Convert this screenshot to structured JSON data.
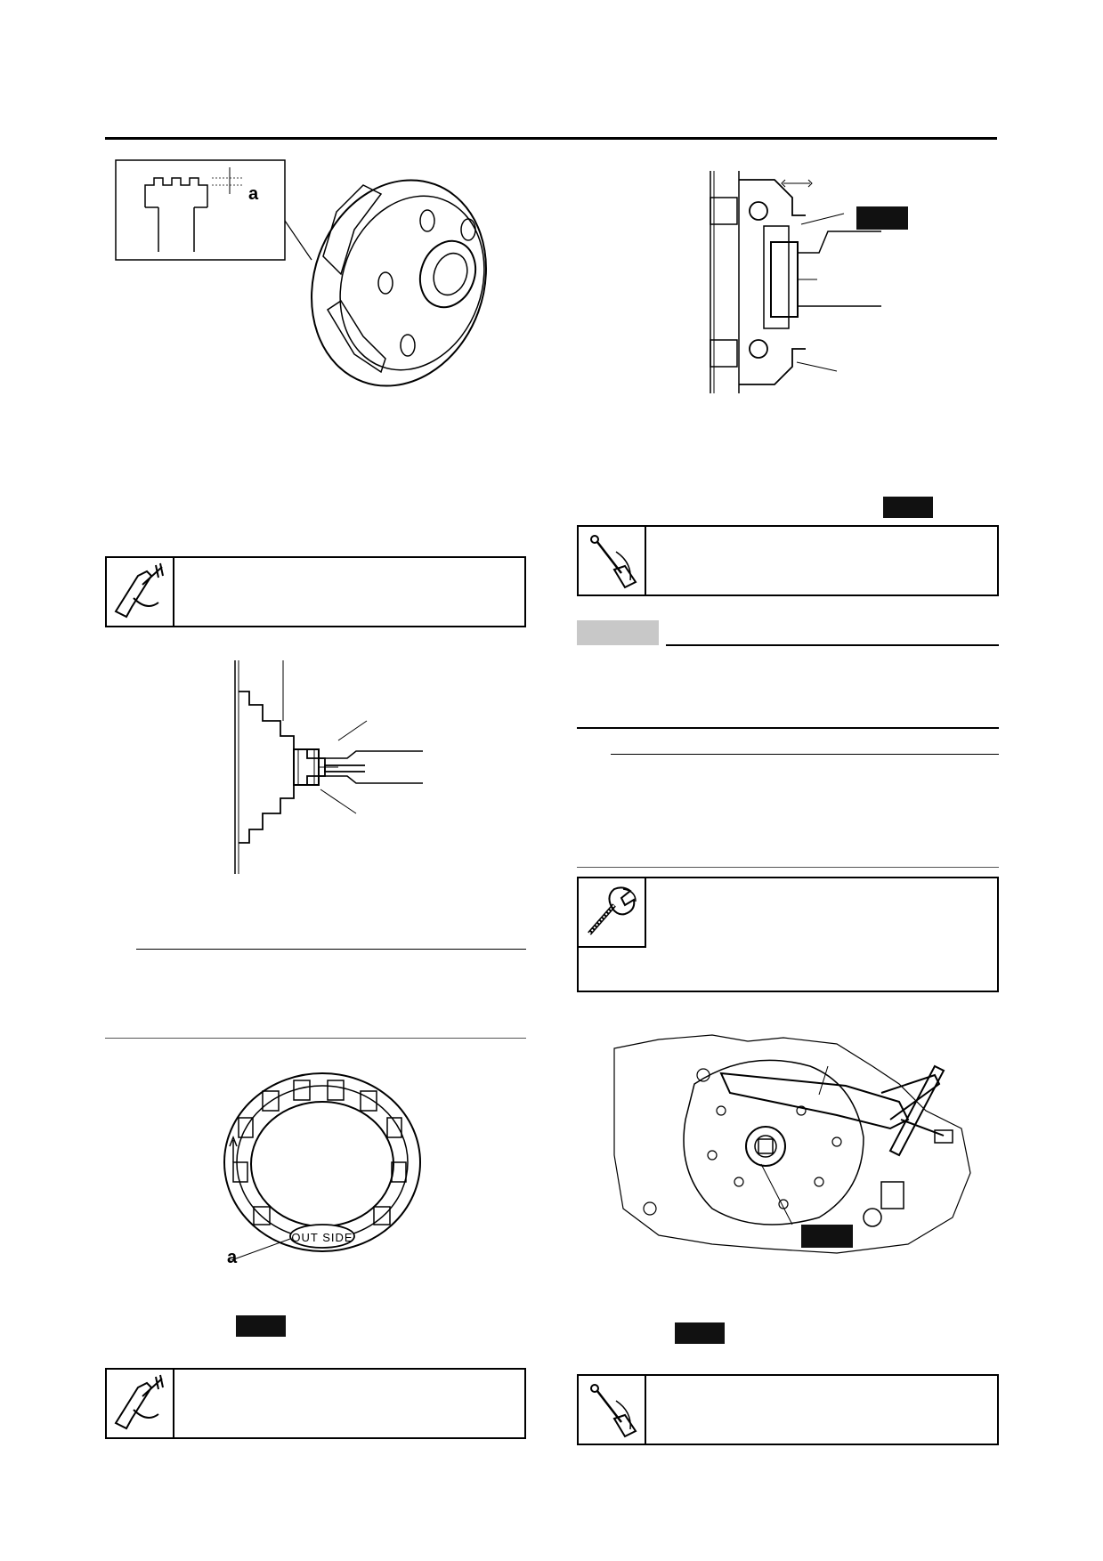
{
  "callouts": {
    "figure_1_label": "a",
    "figure_5_label": "a",
    "figure_5_ring_text": "OUT SIDE"
  },
  "icons": {
    "caliper": "caliper-measure-icon",
    "torque": "torque-wrench-icon",
    "tool": "special-tool-icon"
  },
  "colors": {
    "ink": "#000000",
    "tag_black": "#111111",
    "tag_grey": "#c8c8c8"
  }
}
